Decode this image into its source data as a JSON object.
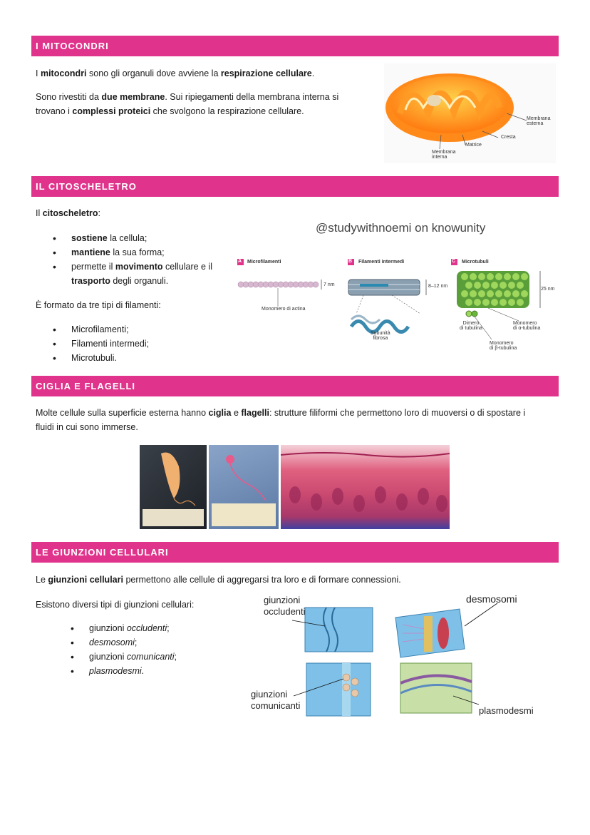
{
  "sections": {
    "mito": {
      "title": "I MITOCONDRI",
      "p1": [
        "I ",
        "mitocondri",
        " sono gli organuli dove avviene la ",
        "respirazione cellulare",
        "."
      ],
      "p2_line1": [
        "Sono rivestiti da ",
        "due membrane",
        ". Sui ripiegamenti della membrana interna si"
      ],
      "p2_line2": [
        "trovano i ",
        "complessi proteici",
        " che svolgono la respirazione cellulare."
      ],
      "figure_labels": {
        "outer": "Membrana esterna",
        "crest": "Cresta",
        "matrix": "Matrice",
        "inner": "Membrana interna"
      }
    },
    "cyto": {
      "title": "IL CITOSCHELETRO",
      "intro": [
        "Il ",
        "citoscheletro",
        ":"
      ],
      "functions": [
        [
          "",
          "sostiene",
          " la cellula;"
        ],
        [
          "",
          "mantiene",
          " la sua forma;"
        ],
        [
          "permette il ",
          "movimento",
          " cellulare e il"
        ],
        [
          "",
          "trasporto",
          " degli organuli."
        ]
      ],
      "types_intro": "È formato da tre tipi di filamenti:",
      "types": [
        "Microfilamenti;",
        "Filamenti intermedi;",
        "Microtubuli."
      ],
      "watermark": "@studywithnoemi on knowunity",
      "figure": {
        "a": "Microfilamenti",
        "b": "Filamenti intermedi",
        "c": "Microtubuli",
        "a_size": "7 nm",
        "b_size": "8–12 nm",
        "c_size": "25 nm",
        "actin": "Monomero di actina",
        "fibrous1": "Subunità",
        "fibrous2": "fibrosa",
        "dimer1": "Dimero",
        "dimer2": "di tubulina",
        "alpha1": "Monomero",
        "alpha2": "di α-tubulina",
        "beta1": "Monomero",
        "beta2": "di β-tubulina",
        "tag_a": "A",
        "tag_b": "B",
        "tag_c": "C"
      }
    },
    "cilia": {
      "title": "CIGLIA E FLAGELLI",
      "line1": [
        "Molte cellule sulla superficie esterna hanno ",
        "ciglia",
        " e ",
        "flagelli",
        ": strutture filiformi che permettono loro di muoversi o di spostare i"
      ],
      "line2": "fluidi in cui sono immerse."
    },
    "junctions": {
      "title": "LE GIUNZIONI CELLULARI",
      "p1": [
        "Le ",
        "giunzioni cellulari",
        " permettono alle cellule di aggregarsi tra loro e di formare connessioni."
      ],
      "p2": "Esistono diversi tipi di giunzioni cellulari:",
      "types": [
        [
          "giunzioni ",
          "occludenti",
          ";"
        ],
        [
          "",
          "desmosomi",
          ";"
        ],
        [
          "giunzioni ",
          "comunicanti",
          ";"
        ],
        [
          "",
          "plasmodesmi",
          "."
        ]
      ],
      "fig": {
        "occl1": "giunzioni",
        "occl2": "occludenti",
        "desmo": "desmosomi",
        "comm1": "giunzioni",
        "comm2": "comunicanti",
        "plasmo": "plasmodesmi"
      }
    }
  },
  "colors": {
    "band": "#e0338b"
  }
}
